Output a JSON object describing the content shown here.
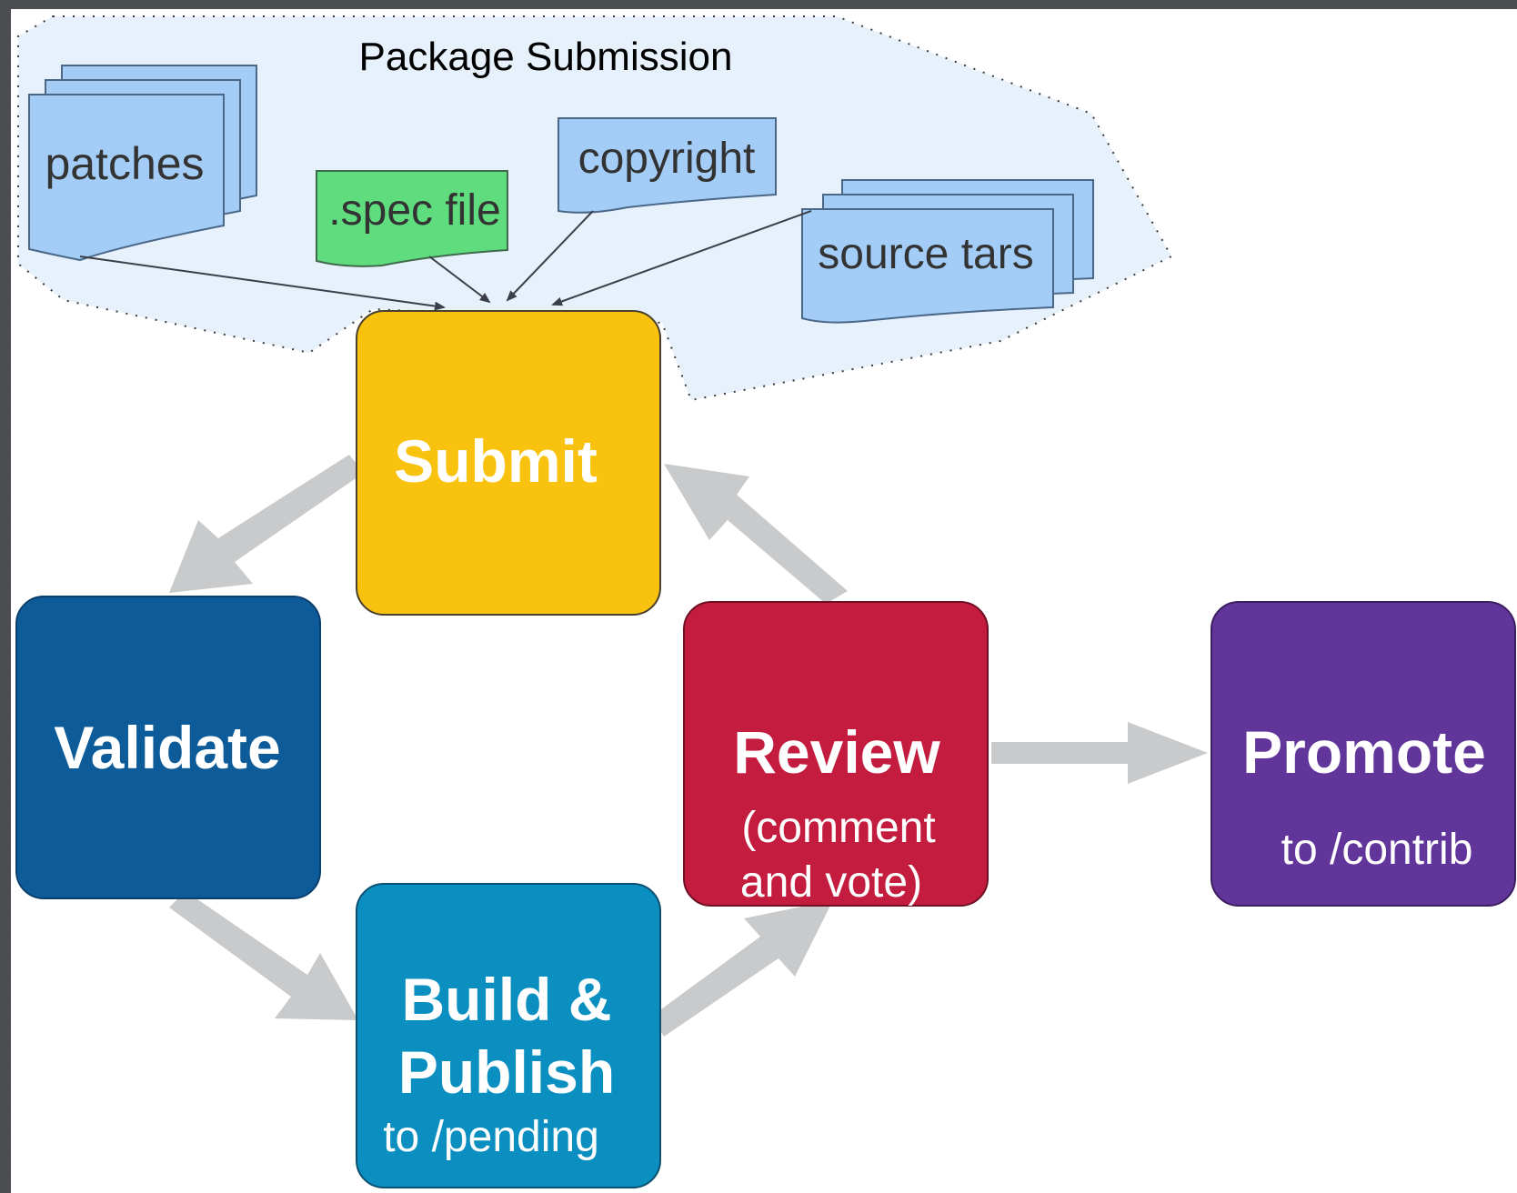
{
  "group": {
    "label": "Package Submission"
  },
  "documents": {
    "patches": "patches",
    "spec_file": ".spec file",
    "copyright": "copyright",
    "source_tars": "source tars"
  },
  "steps": {
    "submit": {
      "title": "Submit"
    },
    "validate": {
      "title": "Validate"
    },
    "build_publish": {
      "title_line1": "Build &",
      "title_line2": "Publish",
      "subtitle": "to /pending"
    },
    "review": {
      "title": "Review",
      "subtitle_line1": "(comment",
      "subtitle_line2": "and vote)"
    },
    "promote": {
      "title": "Promote",
      "subtitle": "to /contrib"
    }
  },
  "colors": {
    "submit": "#f9c20f",
    "validate": "#0d5c99",
    "build_publish": "#0a8fc0",
    "review": "#c41c3f",
    "promote": "#61359a",
    "document": "#9fccf6",
    "spec_document": "#5fdd7e",
    "group_fill": "#e6f1fb",
    "arrow": "#c9cacb"
  }
}
